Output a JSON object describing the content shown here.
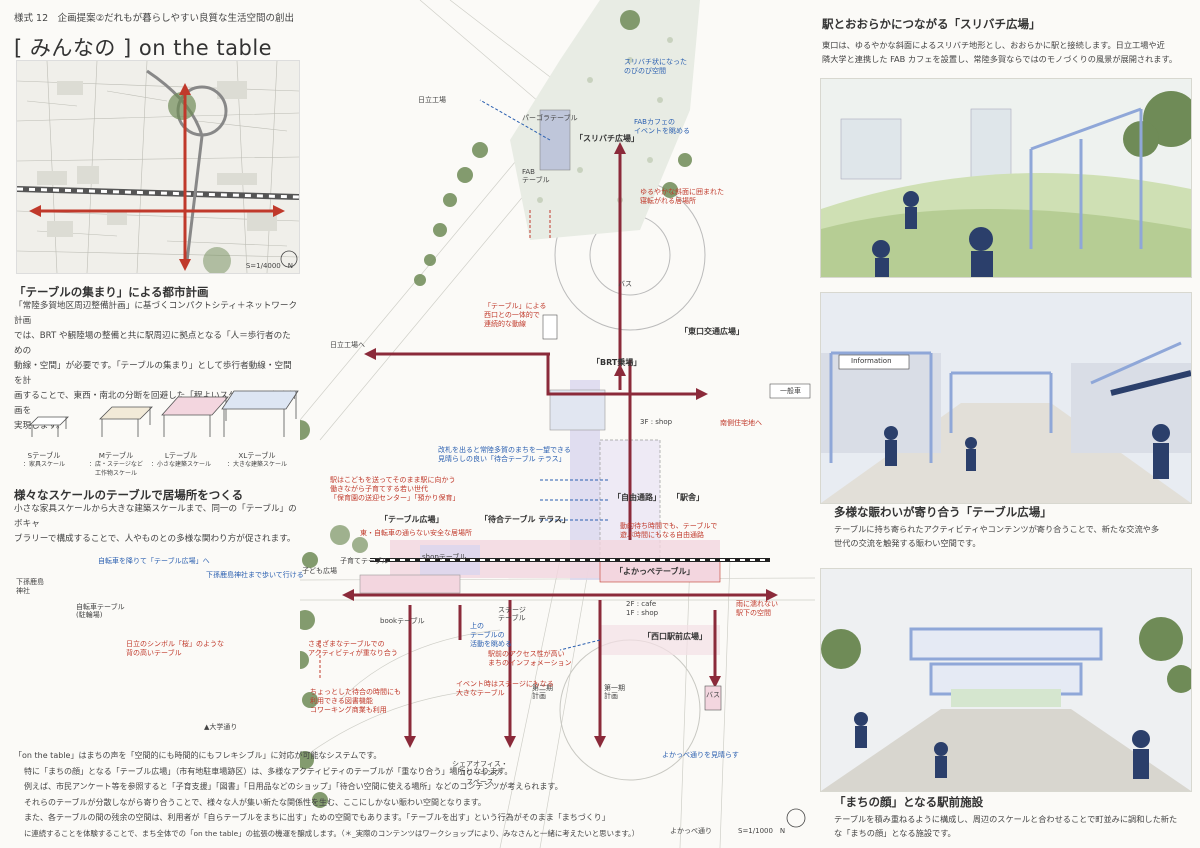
{
  "header": {
    "sheet": "様式 12　企画提案②だれもが暮らしやすい良質な生活空間の創出",
    "title": "[ みんなの ] on the table"
  },
  "left": {
    "map_scale": "S=1/4000　N",
    "sec1_title": "「テーブルの集まり」による都市計画",
    "sec1_text": [
      "「常陸多賀地区周辺整備計画」に基づくコンパクトシティ＋ネットワーク計画",
      "では、BRT や観陸場の整備と共に駅周辺に拠点となる「人＝歩行者のための",
      "動線・空間」が必要です。「テーブルの集まり」として歩行者動線・空間を計",
      "画することで、東西・南北の分断を回避した「程よいスケール」の都市計画を",
      "実現します。"
    ],
    "tables": [
      {
        "name": "Sテーブル",
        "sub": "：家具スケール"
      },
      {
        "name": "Mテーブル",
        "sub": "：店・ステージなど\n工作物スケール"
      },
      {
        "name": "Lテーブル",
        "sub": "：小さな建築スケール"
      },
      {
        "name": "XLテーブル",
        "sub": "：大きな建築スケール"
      }
    ],
    "sec2_title": "様々なスケールのテーブルで居場所をつくる",
    "sec2_text": [
      "小さな家具スケールから大きな建築スケールまで、同一の「テーブル」のボキャ",
      "ブラリーで構成することで、人やものとの多様な関わり方が促されます。"
    ],
    "bottom_text": [
      "「on the table」はまちの声を「空間的にも時間的にもフレキシブル」に対応が可能なシステムです。",
      "特に「まちの顔」となる「テーブル広場」（市有地駐車場跡区）は、多様なアクティビティのテーブルが「重なり合う」場所となります。",
      "例えば、市民アンケート等を参照すると「子育支援」「図書」「日用品などのショップ」「待合い空間に使える場所」などのコンテンツが考えられます。",
      "それらのテーブルが分散しながら寄り合うことで、様々な人が集い新たな関係性を生む、ここにしかない賑わい空間となります。",
      "また、各テーブルの間の残余の空間は、利用者が「自らテーブルをまちに出す」ための空間でもあります。「テーブルを出す」という行為がそのまま「まちづくり」",
      "に連続することを体験することで、まち全体での「on the table」の拡張の機運を醸成します。（＊_実際のコンテンツはワークショップにより、みなさんと一緒に考えたいと思います。）"
    ]
  },
  "plan": {
    "labels": {
      "sub_plaza": "「スリバチ広場」",
      "brt": "「BRT乗場」",
      "east_plaza": "「東口交通広場」",
      "free_passage": "「自由通路」",
      "station": "「駅舎」",
      "table_plaza": "「テーブル広場」",
      "waiting_terrace": "「待合テーブル テラス」",
      "yokappe": "「よかっぺテーブル」",
      "west_plaza": "「西口駅前広場」",
      "hitachi_factory": "日立工場",
      "hitachi_factory2": "日立工場へ",
      "shimo_shrine": "下孫鹿島\n神社",
      "ichiban": "一般車",
      "bus": "バス",
      "daigaku": "▲大学通り",
      "yokappe_street": "よかっぺ通り",
      "scale": "S=1/1000　N",
      "park_table": "パーゴラテーブル",
      "fab_table": "FAB\nテーブル",
      "shop_table": "shopテーブル",
      "book_table": "bookテーブル",
      "stage_table": "ステージ\nテーブル",
      "cafe": "2F : cafe\n1F : shop",
      "shop3f": "3F : shop",
      "phase2": "第二期\n計画",
      "phase1": "第一期\n計画",
      "kosodate": "子育てテーブル",
      "kodomo": "子ども広場",
      "shared_office": "シェアオフィス・\nコワーキング\nスペース",
      "jitensha": "自転車テーブル\n(駐輪場)"
    },
    "notes_red": [
      "ゆるやかな斜面に囲まれた\n寝転がれる居場所",
      "「テーブル」による\n西口との一体的で\n連続的な動線",
      "南側住宅地へ",
      "駅はこどもを送ってそのまま駅に向かう\n働きながら子育てする若い世代\n「保育園の送迎センター」「預かり保育」",
      "東・自転車の通らない安全な居場所",
      "動的待ち時間でも、テーブルで\n遊ぶ時間にもなる自由通路",
      "日立のシンボル「桜」のような\n背の高いテーブル",
      "さまざまなテーブルでの\nアクティビティが重なり合う",
      "ちょっとした待合の時間にも\n利用できる図書機能\nコワーキング商業も利用",
      "イベント時はステージにもなる\n大きなテーブル",
      "駅前のアクセス性が高い\nまちのインフォメーション",
      "雨に濡れない\n駅下の空間"
    ],
    "notes_blue": [
      "スリバチ状になった\nのびのび空間",
      "FABカフェの\nイベントを眺める",
      "上の\nテーブルの\n活動を眺める",
      "改札を出ると常陸多賀のまちを一望できる\n見晴らしの良い「待合テーブル テラス」",
      "自転車を降りて「テーブル広場」へ",
      "下孫鹿島神社まで歩いて行ける",
      "よかっぺ通りを見晴らす"
    ]
  },
  "panels": [
    {
      "title": "駅とおおらかにつながる「スリバチ広場」",
      "text": [
        "東口は、ゆるやかな斜面によるスリバチ地形とし、おおらかに駅と接続します。日立工場や近",
        "隣大学と連携した FAB カフェを設置し、常陸多賀ならではのモノづくりの風景が展開されます。"
      ]
    },
    {
      "title": "多様な賑わいが寄り合う「テーブル広場」",
      "text": [
        "テーブルに持ち寄られたアクティビティやコンテンツが寄り合うことで、新たな交流や多",
        "世代の交流を触発する賑わい空間です。"
      ],
      "sign": "Information"
    },
    {
      "title": "「まちの顔」となる駅前施設",
      "text": [
        "テーブルを積み重ねるように構成し、周辺のスケールと合わせることで町並みに調和した新た",
        "な「まちの顔」となる施設です。"
      ]
    }
  ],
  "colors": {
    "route": "#8b2a3a",
    "blue": "#2a5fb0",
    "red": "#c0392b",
    "pink": "#f3d6df",
    "lilac": "#d9d6ee",
    "green": "#6f8b57"
  }
}
